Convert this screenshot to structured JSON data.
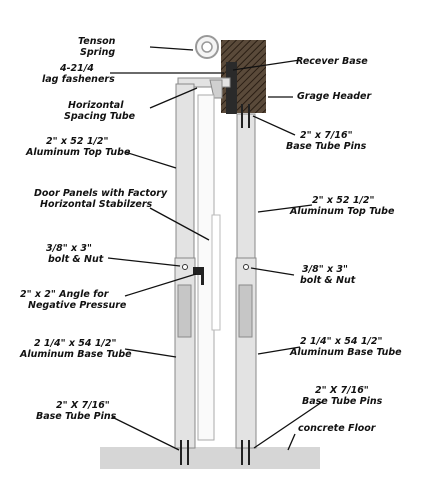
{
  "labels": {
    "tension_spring": [
      "Tenson",
      "Spring"
    ],
    "lag_fasteners": [
      "4-21/4",
      "lag fasheners"
    ],
    "receiver_base": "Recever Base",
    "horizontal_spacing_tube": [
      "Horizontal",
      "Spacing Tube"
    ],
    "garage_header": "Grage Header",
    "pins_top": [
      "2\" x 7/16\"",
      "Base Tube Pins"
    ],
    "top_tube_left": [
      "2\" x 52 1/2\"",
      "Aluminum Top Tube"
    ],
    "door_panels": [
      "Door Panels with Factory",
      "Horizontal Stabilzers"
    ],
    "top_tube_right": [
      "2\" x 52 1/2\"",
      "Aluminum Top Tube"
    ],
    "bolt_left": [
      "3/8\" x 3\"",
      "bolt & Nut"
    ],
    "bolt_right": [
      "3/8\" x 3\"",
      "bolt & Nut"
    ],
    "angle": [
      "2\" x 2\" Angle for",
      "Negative Pressure"
    ],
    "base_tube_left": [
      "2 1/4\" x 54 1/2\"",
      "Aluminum Base Tube"
    ],
    "base_tube_right": [
      "2 1/4\" x 54 1/2\"",
      "Aluminum Base Tube"
    ],
    "pins_bottom_left": [
      "2\" X 7/16\"",
      "Base Tube Pins"
    ],
    "pins_bottom_right": [
      "2\" X 7/16\"",
      "Base Tube Pins"
    ],
    "concrete_floor": "concrete Floor"
  }
}
